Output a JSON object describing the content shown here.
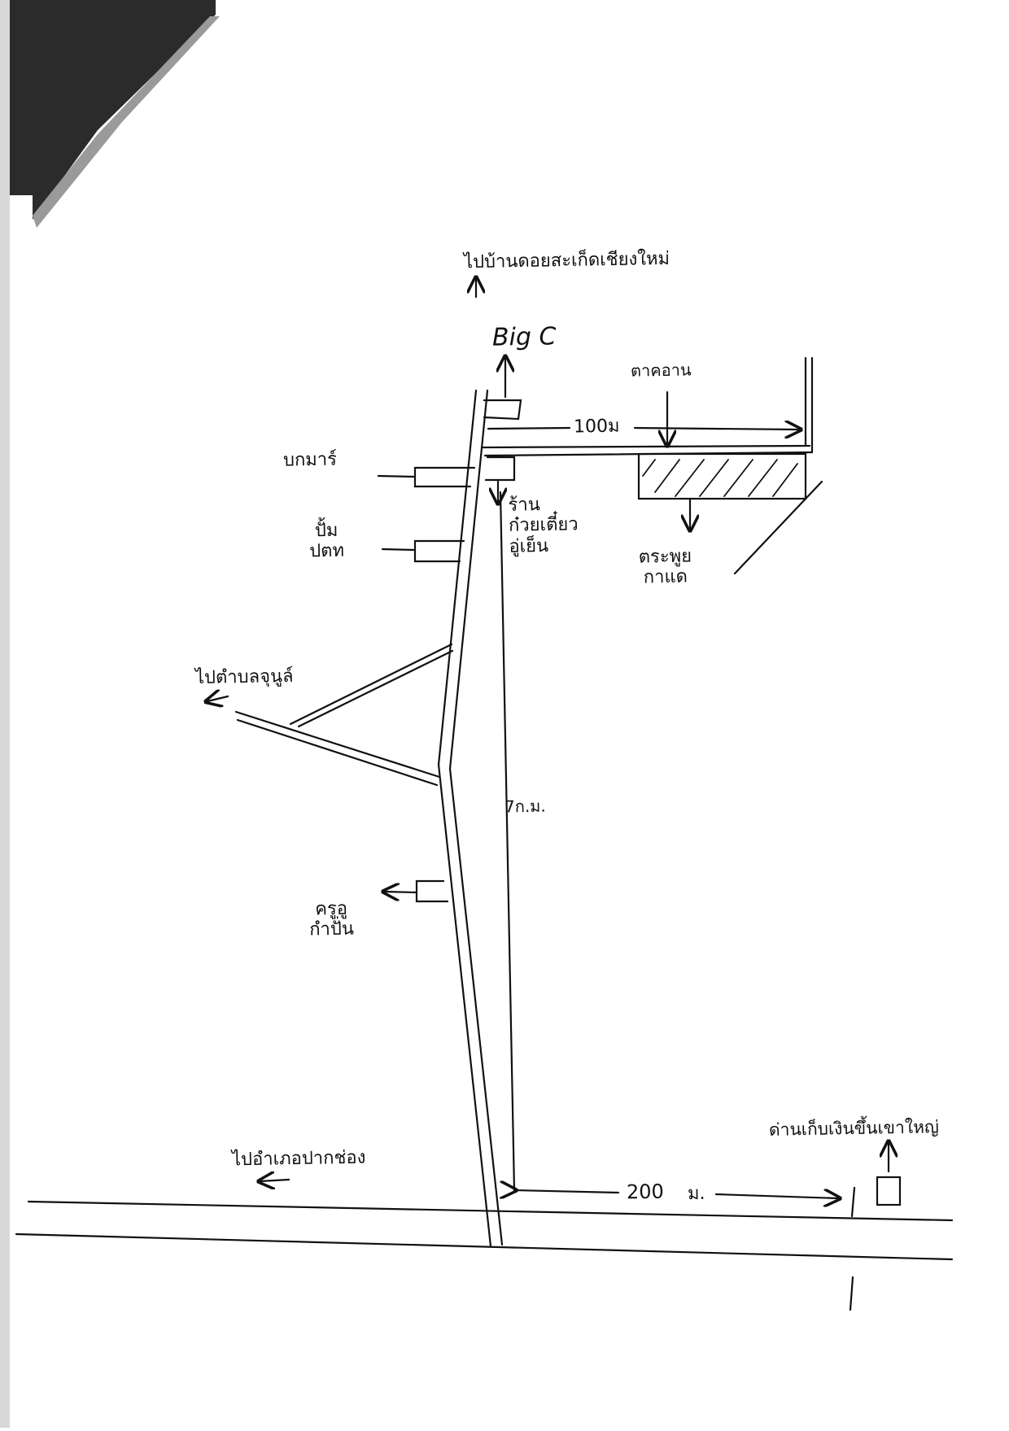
{
  "map": {
    "labels": {
      "to_north": "ไปบ้านดอยสะเก็ดเชียงใหม่",
      "big_c": "Big C",
      "traffic_light": "ตาคอาน",
      "dist_100": "100ม",
      "shop_1": "บกมาร์",
      "shop_2": "ปั้ม\nปตท",
      "shop_3": "ร้าน\nก๋วยเตี๋ยว\nอู่เย็น",
      "shop_4": "ตระพูย\nกาแด",
      "to_west": "ไปตำบลจุนูล์",
      "dist_7km": "7ก.ม.",
      "shop_5": "ครูอู\nกำปั่น",
      "to_southwest": "ไปอำเภอปากช่อง",
      "dist_200": "200",
      "unit_m": "ม.",
      "destination": "ด่านเก็บเงินขึ้นเขาใหญ่"
    }
  }
}
